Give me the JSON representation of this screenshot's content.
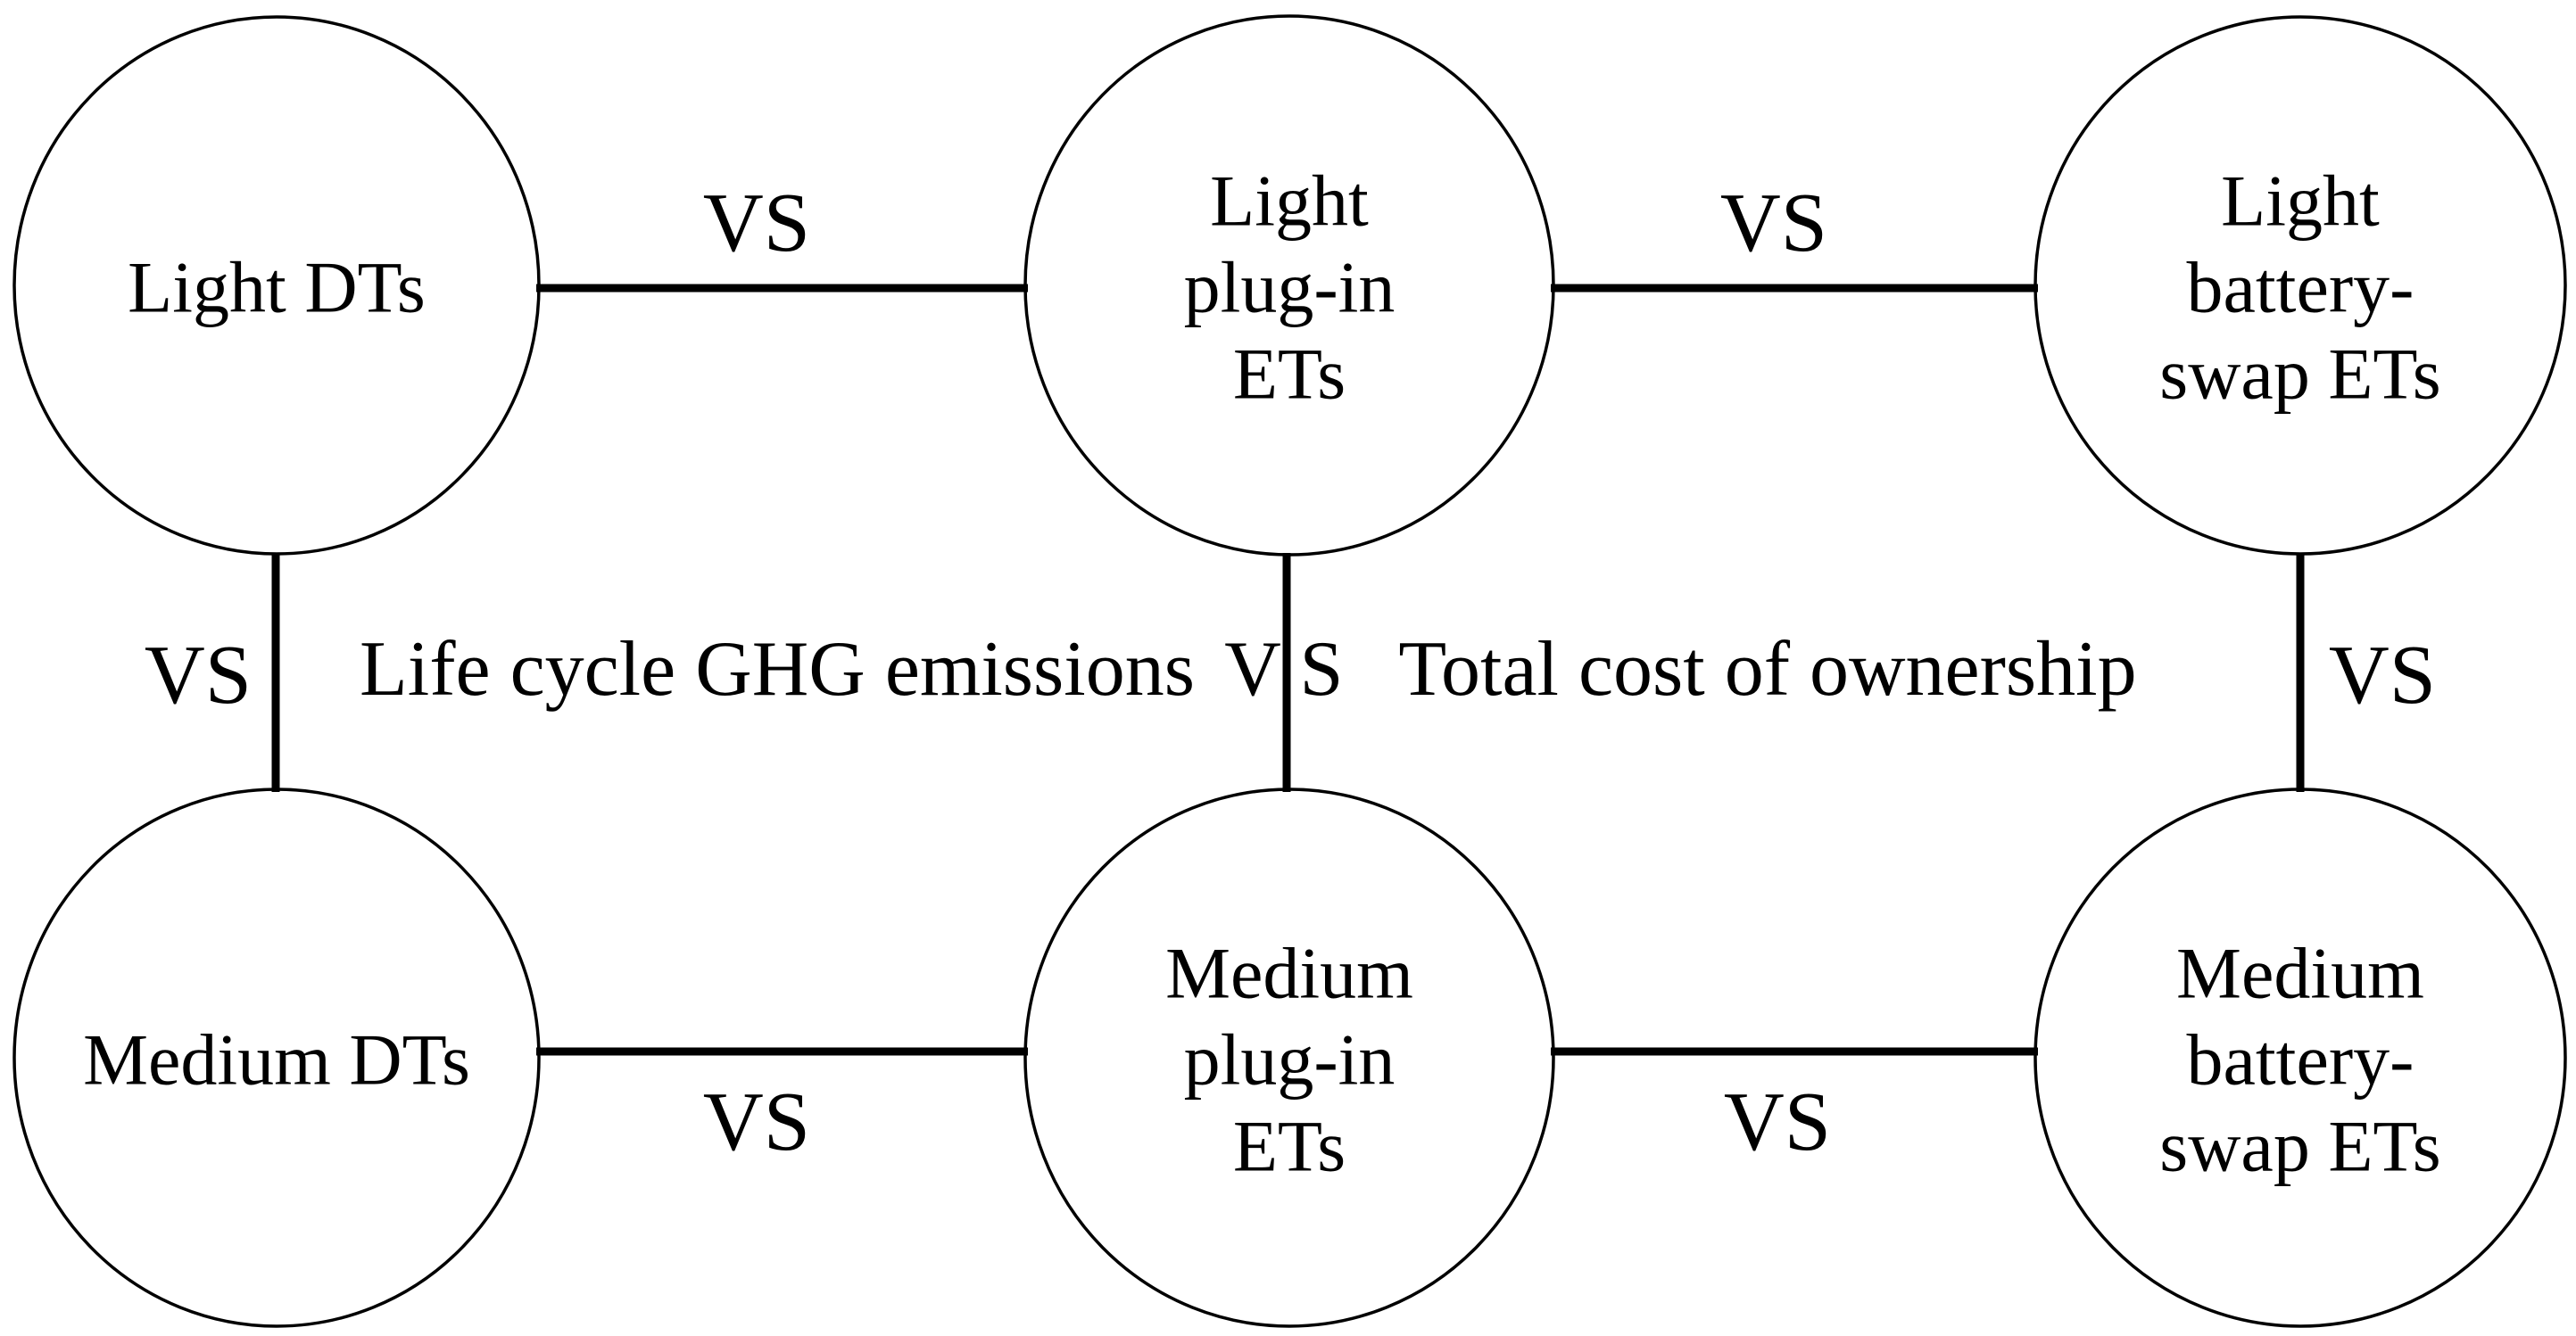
{
  "diagram": {
    "description_colors": {
      "stroke": "#000000",
      "background": "#ffffff",
      "text": "#000000"
    },
    "nodes": [
      {
        "id": "light-dts",
        "lines": [
          "Light DTs"
        ]
      },
      {
        "id": "light-plug-in-ets",
        "lines": [
          "Light",
          "plug-in",
          "ETs"
        ]
      },
      {
        "id": "light-battery-swap-ets",
        "lines": [
          "Light",
          "battery-",
          "swap ETs"
        ]
      },
      {
        "id": "medium-dts",
        "lines": [
          "Medium DTs"
        ]
      },
      {
        "id": "medium-plug-in-ets",
        "lines": [
          "Medium",
          "plug-in",
          "ETs"
        ]
      },
      {
        "id": "medium-battery-swap-ets",
        "lines": [
          "Medium",
          "battery-",
          "swap ETs"
        ]
      }
    ],
    "edges": [
      {
        "from": "light-dts",
        "to": "light-plug-in-ets",
        "label": "VS",
        "label_position": "above-line"
      },
      {
        "from": "light-plug-in-ets",
        "to": "light-battery-swap-ets",
        "label": "VS",
        "label_position": "above-line"
      },
      {
        "from": "light-dts",
        "to": "medium-dts",
        "label": "VS",
        "label_position": "left-of-line"
      },
      {
        "from": "light-plug-in-ets",
        "to": "medium-plug-in-ets",
        "label_v": "V",
        "label_s": "S",
        "label_position": "split-by-line"
      },
      {
        "from": "light-battery-swap-ets",
        "to": "medium-battery-swap-ets",
        "label": "VS",
        "label_position": "right-of-line"
      },
      {
        "from": "medium-dts",
        "to": "medium-plug-in-ets",
        "label": "VS",
        "label_position": "below-line"
      },
      {
        "from": "medium-plug-in-ets",
        "to": "medium-battery-swap-ets",
        "label": "VS",
        "label_position": "below-line"
      }
    ],
    "comparison_criteria": {
      "left": "Life cycle GHG emissions",
      "right": "Total cost of ownership"
    }
  }
}
